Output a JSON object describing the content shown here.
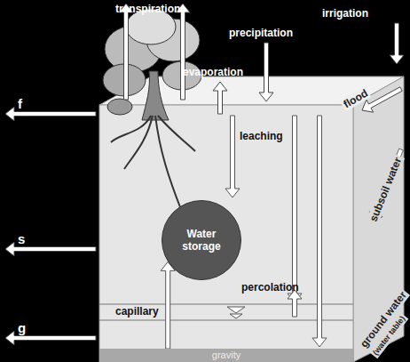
{
  "diagram": {
    "nodes": [
      {
        "text": [
          "Water storage"
        ]
      },
      {
        "text": [
          "gravity"
        ]
      }
    ],
    "edges": [
      {
        "from": 1,
        "to": 0,
        "arrow": "to"
      }
    ],
    "labels": [
      "transpiration",
      "precipitation",
      "irrigation",
      "evaporation",
      "flood",
      "f",
      "leaching",
      "subsoil water",
      "s",
      "capillary",
      "percolation",
      "g",
      "ground water",
      "(water table)"
    ]
  }
}
